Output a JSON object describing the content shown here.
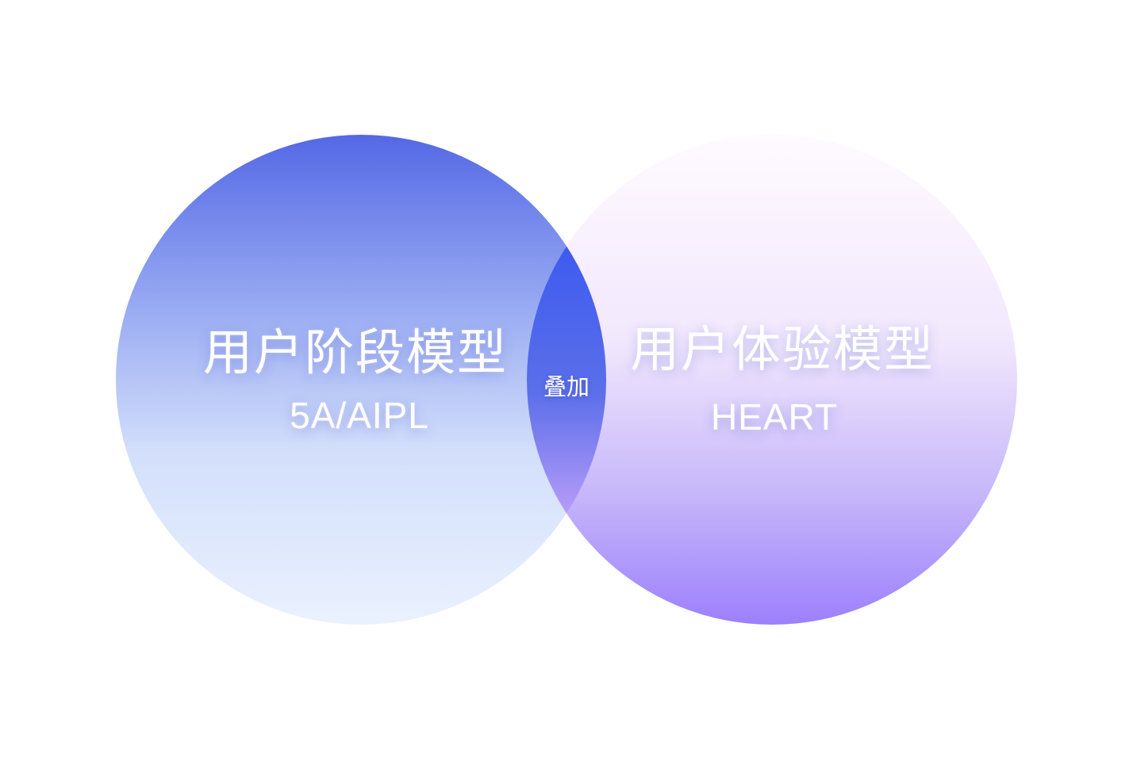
{
  "diagram": {
    "left_circle": {
      "title": "用户阶段模型",
      "subtitle": "5A/AIPL",
      "gradient": [
        "#5468E6",
        "#98AAF2",
        "#D3DFFB",
        "#EAF1FE"
      ]
    },
    "right_circle": {
      "title": "用户体验模型",
      "subtitle": "HEART",
      "gradient": [
        "#FFFAFF",
        "#F1E8FD",
        "#C8B9FA",
        "#9C80FC"
      ]
    },
    "overlap": {
      "label": "叠加",
      "gradient": [
        "#3D5BEF",
        "#5B6FEA",
        "#B79CF8"
      ]
    }
  }
}
